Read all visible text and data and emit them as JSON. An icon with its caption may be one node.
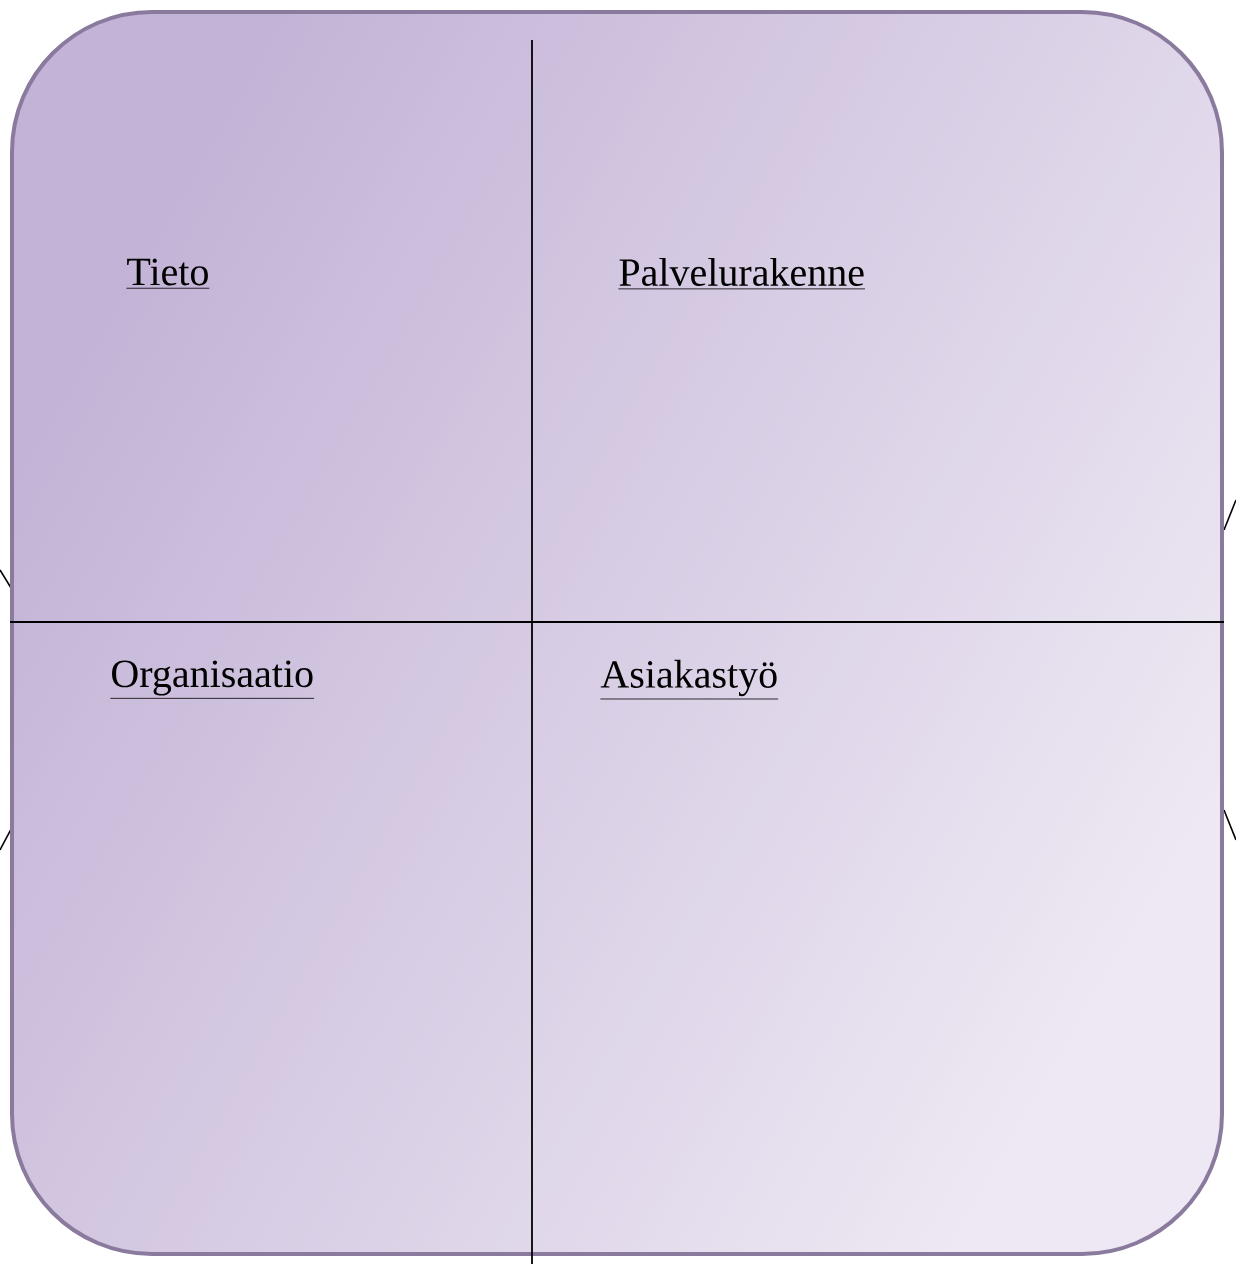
{
  "diagram": {
    "nodes": [
      {
        "text": [
          "Tieto",
          "Palvelurakenne",
          "Organisaatio",
          "Asiakastyö"
        ]
      }
    ]
  }
}
